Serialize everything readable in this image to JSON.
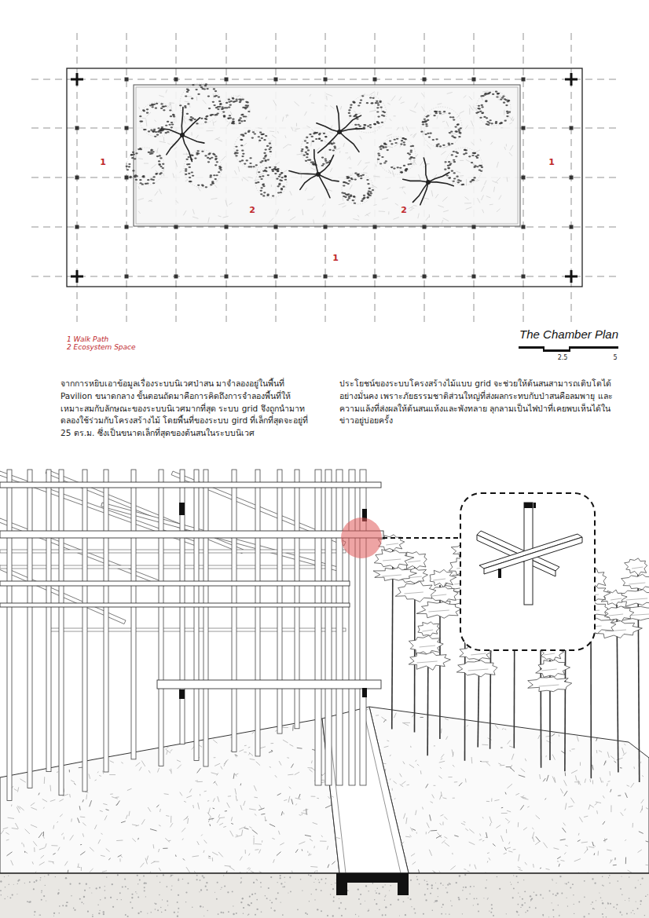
{
  "diagram": {
    "title": "The Chamber Plan",
    "labels": [
      "1",
      "1",
      "2",
      "2",
      "1",
      "1 Walk Path",
      "2 Ecosystem Space",
      "2.5",
      "5",
      "จากการหยิบเอาข้อมูลเรื่องระบบนิเวศป่าสน มาจำลองอยู่ในพื้นที่ Pavilion ขนาดกลาง ขั้นตอนถัดมาคือการคิดถึงการจำลองพื้นที่ให้เหมาะสมกับลักษณะของระบบนิเวศมากที่สุด ระบบ grid จึงถูกนำมาทดลองใช้ร่วมกับโครงสร้างไม้ โดยพื้นที่ของระบบ gird ที่เล็กที่สุดจะอยู่ที่ 25 ตร.ม. ซึ่งเป็นขนาดเล็กที่สุดของต้นสนในระบบนิเวศ",
      "ประโยชน์ของระบบโครงสร้างไม้แบบ grid จะช่วยให้ต้นสนสามารถเติบโตได้อย่างมั่นคง เพราะภัยธรรมชาติส่วนใหญ่ที่ส่งผลกระทบกับป่าสนคือลมพายุ และความแล้งที่ส่งผลให้ต้นสนแห้งและพังทลาย ลุกลามเป็นไฟป่าที่เคยพบเห็นได้ในข่าวอยู่บ่อยครั้ง"
    ]
  }
}
